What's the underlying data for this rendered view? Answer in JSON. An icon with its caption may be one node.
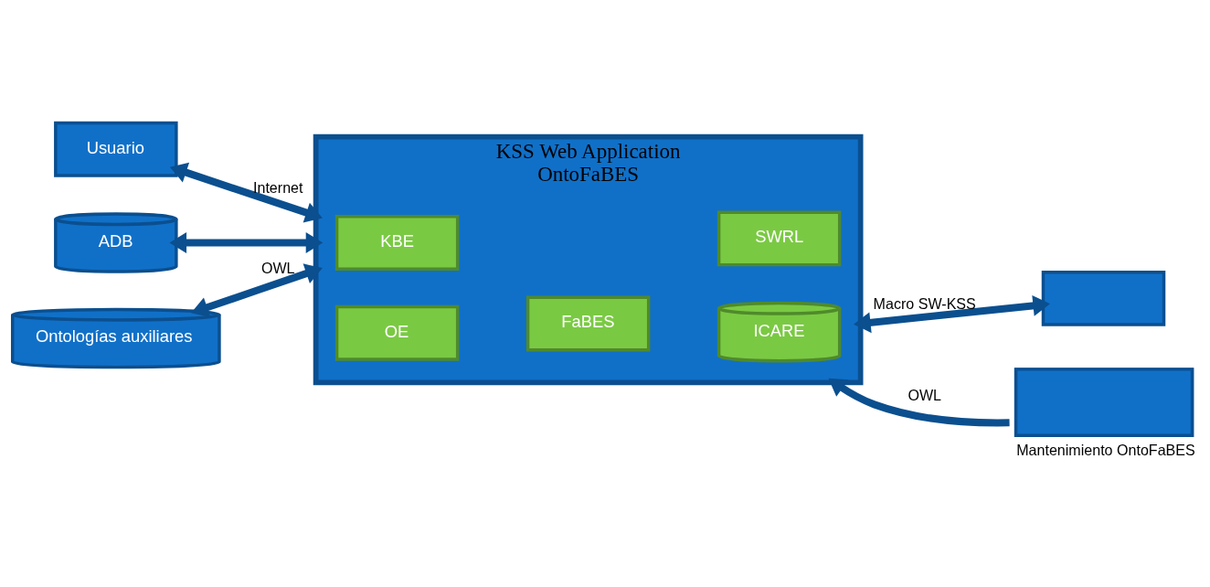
{
  "diagram": {
    "nodes": [
      {
        "text": [
          "Usuario"
        ]
      },
      {
        "text": [
          "KSS Web Application",
          "OntoFaBES"
        ]
      },
      {
        "text": [
          "KBE"
        ],
        "in": 1
      },
      {
        "text": [
          "ICARE"
        ],
        "in": 1
      },
      {
        "text": [
          "OE"
        ],
        "in": 1
      },
      {
        "text": [
          "FaBES"
        ],
        "in": 1
      },
      {
        "text": [
          "SWRL"
        ],
        "in": 1
      },
      {
        "text": [
          "ADB"
        ]
      },
      {
        "text": [
          "Ontologías auxiliares"
        ]
      },
      {
        "text": [],
        "shape": "box"
      },
      {
        "text": [],
        "shape": "box",
        "beside": [
          "Mantenimiento OntoFaBES"
        ]
      }
    ],
    "edges": [
      {
        "from": 0,
        "to": 1,
        "arrow": "both",
        "label": "Internet"
      },
      {
        "from": 7,
        "to": 1,
        "arrow": "both"
      },
      {
        "from": 8,
        "to": 1,
        "arrow": "both",
        "label": "OWL"
      },
      {
        "from": 1,
        "to": 9,
        "arrow": "both",
        "label": "Macro SW-KSS"
      },
      {
        "from": 10,
        "to": 1,
        "arrow": "to",
        "label": "OWL"
      }
    ]
  }
}
